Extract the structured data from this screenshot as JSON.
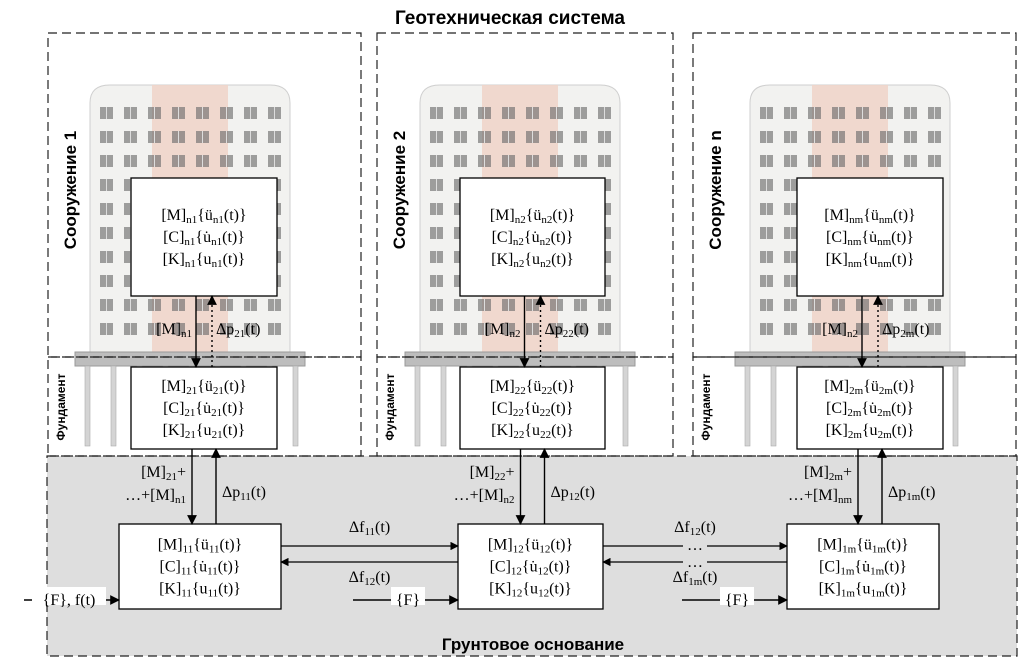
{
  "title": "Геотехническая система",
  "soil_label": "Грунтовое основание",
  "structures": [
    {
      "label": "Сооружение 1",
      "foundation_label": "Фундамент",
      "top_box": {
        "m": "[M]",
        "m_sub": "n1",
        "m_vec": "{ü",
        "m_vec_sub": "n1",
        "m_end": "(t)}",
        "c": "[C]",
        "c_sub": "n1",
        "c_vec": "{u̇",
        "c_vec_sub": "n1",
        "c_end": "(t)}",
        "k": "[K]",
        "k_sub": "n1",
        "k_vec": "{u",
        "k_vec_sub": "n1",
        "k_end": "(t)}"
      },
      "link_top": {
        "mass": "[M]",
        "mass_sub": "n1",
        "dp": "Δp",
        "dp_sub": "21",
        "dp_end": "(t)"
      },
      "mid_box": {
        "m": "[M]",
        "m_sub": "21",
        "m_vec": "{ü",
        "m_vec_sub": "21",
        "m_end": "(t)}",
        "c": "[C]",
        "c_sub": "21",
        "c_vec": "{u̇",
        "c_vec_sub": "21",
        "c_end": "(t)}",
        "k": "[K]",
        "k_sub": "21",
        "k_vec": "{u",
        "k_vec_sub": "21",
        "k_end": "(t)}"
      },
      "link_mid": {
        "mass1": "[M]",
        "mass1_sub": "21",
        "mass1_end": "+",
        "mass2_pre": "…+[M]",
        "mass2_sub": "n1",
        "dp": "Δp",
        "dp_sub": "11",
        "dp_end": "(t)"
      },
      "bottom_box": {
        "m": "[M]",
        "m_sub": "11",
        "m_vec": "{ü",
        "m_vec_sub": "11",
        "m_end": "(t)}",
        "c": "[C]",
        "c_sub": "11",
        "c_vec": "{u̇",
        "c_vec_sub": "11",
        "c_end": "(t)}",
        "k": "[K]",
        "k_sub": "11",
        "k_vec": "{u",
        "k_vec_sub": "11",
        "k_end": "(t)}"
      },
      "force": "{F}, f(t)"
    },
    {
      "label": "Сооружение 2",
      "foundation_label": "Фундамент",
      "top_box": {
        "m": "[M]",
        "m_sub": "n2",
        "m_vec": "{ü",
        "m_vec_sub": "n2",
        "m_end": "(t)}",
        "c": "[C]",
        "c_sub": "n2",
        "c_vec": "{u̇",
        "c_vec_sub": "n2",
        "c_end": "(t)}",
        "k": "[K]",
        "k_sub": "n2",
        "k_vec": "{u",
        "k_vec_sub": "n2",
        "k_end": "(t)}"
      },
      "link_top": {
        "mass": "[M]",
        "mass_sub": "n2",
        "dp": "Δp",
        "dp_sub": "22",
        "dp_end": "(t)"
      },
      "mid_box": {
        "m": "[M]",
        "m_sub": "22",
        "m_vec": "{ü",
        "m_vec_sub": "22",
        "m_end": "(t)}",
        "c": "[C]",
        "c_sub": "22",
        "c_vec": "{u̇",
        "c_vec_sub": "22",
        "c_end": "(t)}",
        "k": "[K]",
        "k_sub": "22",
        "k_vec": "{u",
        "k_vec_sub": "22",
        "k_end": "(t)}"
      },
      "link_mid": {
        "mass1": "[M]",
        "mass1_sub": "22",
        "mass1_end": "+",
        "mass2_pre": "…+[M]",
        "mass2_sub": "n2",
        "dp": "Δp",
        "dp_sub": "12",
        "dp_end": "(t)"
      },
      "bottom_box": {
        "m": "[M]",
        "m_sub": "12",
        "m_vec": "{ü",
        "m_vec_sub": "12",
        "m_end": "(t)}",
        "c": "[C]",
        "c_sub": "12",
        "c_vec": "{u̇",
        "c_vec_sub": "12",
        "c_end": "(t)}",
        "k": "[K]",
        "k_sub": "12",
        "k_vec": "{u",
        "k_vec_sub": "12",
        "k_end": "(t)}"
      },
      "force": "{F}"
    },
    {
      "label": "Сооружение n",
      "foundation_label": "Фундамент",
      "top_box": {
        "m": "[M]",
        "m_sub": "nm",
        "m_vec": "{ü",
        "m_vec_sub": "nm",
        "m_end": "(t)}",
        "c": "[C]",
        "c_sub": "nm",
        "c_vec": "{u̇",
        "c_vec_sub": "nm",
        "c_end": "(t)}",
        "k": "[K]",
        "k_sub": "nm",
        "k_vec": "{u",
        "k_vec_sub": "nm",
        "k_end": "(t)}"
      },
      "link_top": {
        "mass": "[M]",
        "mass_sub": "n2",
        "dp": "Δp",
        "dp_sub": "2m",
        "dp_end": "(t)"
      },
      "mid_box": {
        "m": "[M]",
        "m_sub": "2m",
        "m_vec": "{ü",
        "m_vec_sub": "2m",
        "m_end": "(t)}",
        "c": "[C]",
        "c_sub": "2m",
        "c_vec": "{u̇",
        "c_vec_sub": "2m",
        "c_end": "(t)}",
        "k": "[K]",
        "k_sub": "2m",
        "k_vec": "{u",
        "k_vec_sub": "2m",
        "k_end": "(t)}"
      },
      "link_mid": {
        "mass1": "[M]",
        "mass1_sub": "2m",
        "mass1_end": "+",
        "mass2_pre": "…+[M]",
        "mass2_sub": "nm",
        "dp": "Δp",
        "dp_sub": "1m",
        "dp_end": "(t)"
      },
      "bottom_box": {
        "m": "[M]",
        "m_sub": "1m",
        "m_vec": "{ü",
        "m_vec_sub": "1m",
        "m_end": "(t)}",
        "c": "[C]",
        "c_sub": "1m",
        "c_vec": "{u̇",
        "c_vec_sub": "1m",
        "c_end": "(t)}",
        "k": "[K]",
        "k_sub": "1m",
        "k_vec": "{u",
        "k_vec_sub": "1m",
        "k_end": "(t)}"
      },
      "force": "{F}"
    }
  ],
  "soil_links": [
    {
      "top": "Δf",
      "top_sub": "11",
      "top_end": "(t)",
      "bottom": "Δf",
      "bottom_sub": "12",
      "bottom_end": "(t)"
    },
    {
      "top": "Δf",
      "top_sub": "12",
      "top_end": "(t)",
      "bottom": "Δf",
      "bottom_sub": "1m",
      "bottom_end": "(t)",
      "dots_top": "…",
      "dots_bottom": "…"
    }
  ],
  "colors": {
    "soil_fill": "#dedede",
    "facade": "#f2f2f0",
    "accent_panel": "#f0d4c8",
    "window": "#6f6f6f"
  }
}
